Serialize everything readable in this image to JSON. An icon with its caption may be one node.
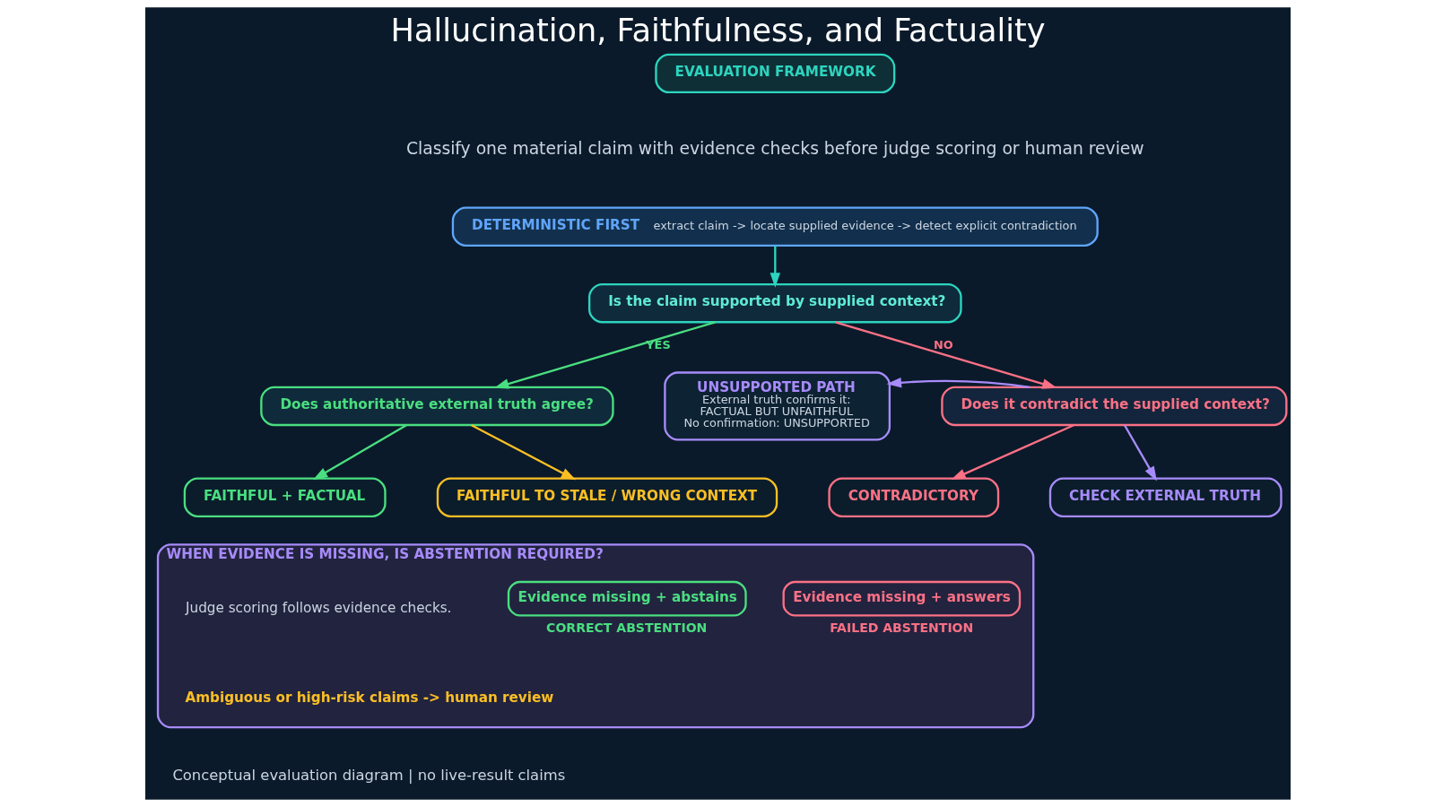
{
  "diagram": {
    "title": "Hallucination, Faithfulness, and Factuality",
    "caption": "Conceptual evaluation diagram | no live-result claims",
    "nodes": [
      {
        "text": [
          "DETERMINISTIC FIRST",
          "extract claim -> locate supplied evidence -> detect explicit contradiction"
        ]
      },
      {
        "text": [
          "Is the claim supported by supplied context?"
        ]
      },
      {
        "text": [
          "Does authoritative external truth agree?"
        ]
      },
      {
        "text": [
          "UNSUPPORTED PATH",
          "External truth confirms it:",
          "FACTUAL BUT UNFAITHFUL",
          "No confirmation: UNSUPPORTED"
        ]
      },
      {
        "text": [
          "Does it contradict the supplied context?"
        ]
      },
      {
        "text": [
          "FAITHFUL + FACTUAL"
        ]
      },
      {
        "text": [
          "FAITHFUL TO STALE / WRONG CONTEXT"
        ]
      },
      {
        "text": [
          "CONTRADICTORY"
        ]
      },
      {
        "text": [
          "CHECK EXTERNAL TRUTH"
        ]
      },
      {
        "text": [
          "WHEN EVIDENCE IS MISSING, IS ABSTENTION REQUIRED?",
          "Judge scoring follows evidence checks.",
          "Ambiguous or high-risk claims -> human review"
        ]
      },
      {
        "text": [
          "Evidence missing + abstains"
        ],
        "beside": [
          "CORRECT ABSTENTION"
        ],
        "in": 9
      },
      {
        "text": [
          "Evidence missing + answers"
        ],
        "beside": [
          "FAILED ABSTENTION"
        ],
        "in": 9
      }
    ],
    "edges": [
      {
        "from": 0,
        "to": 1,
        "arrow": "to",
        "color": "#2dd4bf"
      },
      {
        "from": 1,
        "to": 2,
        "arrow": "to",
        "label": "YES",
        "color": "#4ade80"
      },
      {
        "from": 1,
        "to": 4,
        "arrow": "to",
        "label": "NO",
        "color": "#fb7185"
      },
      {
        "from": 4,
        "to": 3,
        "arrow": "to",
        "color": "#a78bfa"
      },
      {
        "from": 2,
        "to": 5,
        "arrow": "to",
        "color": "#4ade80"
      },
      {
        "from": 2,
        "to": 6,
        "arrow": "to",
        "color": "#fbbf24"
      },
      {
        "from": 4,
        "to": 7,
        "arrow": "to",
        "color": "#fb7185"
      },
      {
        "from": 4,
        "to": 8,
        "arrow": "to",
        "color": "#a78bfa"
      }
    ],
    "labels": [
      "EVALUATION FRAMEWORK",
      "Classify one material claim with evidence checks before judge scoring or human review"
    ]
  }
}
